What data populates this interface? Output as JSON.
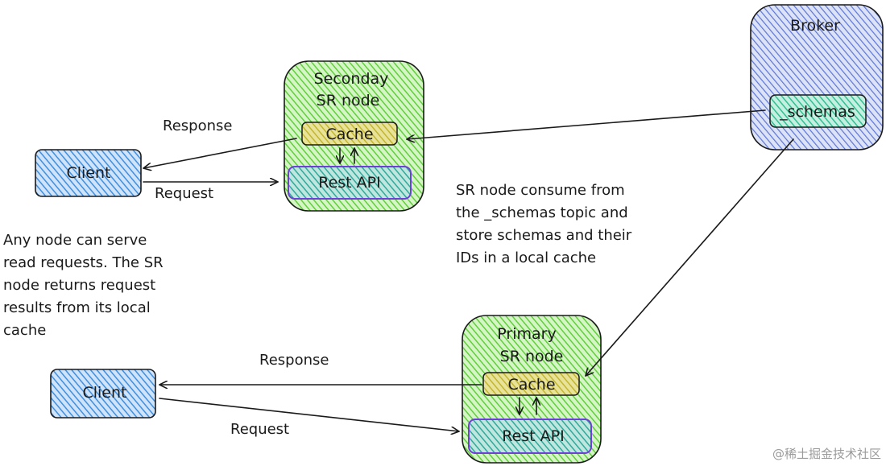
{
  "secondary_node": {
    "title_line1": "Seconday",
    "title_line2": "SR node",
    "cache": "Cache",
    "rest_api": "Rest API"
  },
  "primary_node": {
    "title_line1": "Primary",
    "title_line2": "SR node",
    "cache": "Cache",
    "rest_api": "Rest API"
  },
  "broker": {
    "title": "Broker",
    "topic": "_schemas"
  },
  "client_top": {
    "label": "Client"
  },
  "client_bottom": {
    "label": "Client"
  },
  "arrows": {
    "top_response": "Response",
    "top_request": "Request",
    "bottom_response": "Response",
    "bottom_request": "Request"
  },
  "notes": {
    "left": [
      "Any node can serve",
      "read requests. The SR",
      "node returns request",
      "results from its local",
      "cache"
    ],
    "right": [
      "SR node consume from",
      "the _schemas topic and",
      "store schemas and their",
      "IDs in a local cache"
    ]
  },
  "watermark": "@稀土掘金技术社区",
  "colors": {
    "client_fill": "#4a90e2",
    "node_fill": "#7ddb5a",
    "broker_fill": "#5b74d6",
    "cache_fill": "#d4c94a",
    "rest_fill": "#3fb6a8",
    "topic_fill": "#43c7a3",
    "rest_border": "#6f3fd8"
  }
}
